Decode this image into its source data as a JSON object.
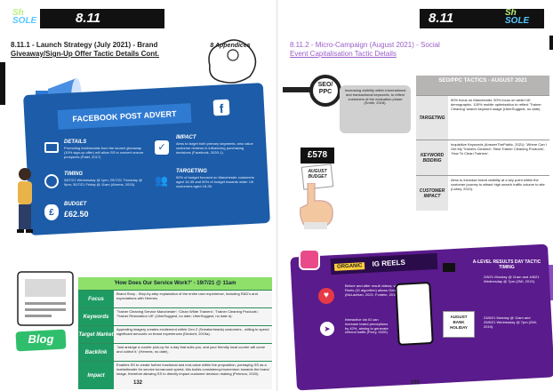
{
  "left": {
    "logo_line1": "Sh",
    "logo_line2": "SOLE",
    "page_label": "8.11",
    "title_line1": "8.11.1 - Launch Strategy (July 2021) - Brand",
    "title_line2": "Giveaway/Sign-Up Offer Tactic Details Cont.",
    "appendices_label": "8 Appendices",
    "fb_title": "FACEBOOK POST ADVERT",
    "details_head": "DETAILS",
    "details_body": "Promoting testimonials from the launch giveaway (10% sign-up offer) will allow SS to convert unsure prospects (Patel, 2017)",
    "impact_head": "IMPACT",
    "impact_body": "Aims to target both primary segments, who value customer reviews in influencing purchasing decisions (Facebook, 2020-1).",
    "timing_head": "TIMING",
    "timing_body": "28/7/21 Wednesday @ 1pm; 29/7/21 Thursday @ 9pm; 30/7/21 Friday @ 11am (Ahrens, 2020).",
    "targeting_head": "TARGETING",
    "targeting_body": "50% of budget focused on Manchester customers aged 16-35 and 50% of budget towards wider UK customers aged 18-35.",
    "budget_head": "BUDGET",
    "budget_value": "£62.50",
    "blog_label": "Blog",
    "table_head": "'How Does Our Service Work?' - 19/7/21 @ 11am",
    "rows": [
      {
        "key": "Focus",
        "val": "Brand Story - Step-by-step explanation of the entire user experience, including R&D's and expectations with Hermes."
      },
      {
        "key": "Keywords",
        "val": "'Trainer Cleaning Service Manchester'; 'Clean White Trainers'; 'Trainer Cleaning Products'; 'Trainer Restoration UK' (UberSuggest, no date; UberSuggest, no date a)."
      },
      {
        "key": "Target Market",
        "val": "Appealing imagery creates excitement within Gen Z (Sneakerheads) customers - willing to spend significant amounts on brand experiences (Deckert, 2019a)."
      },
      {
        "key": "Backlink",
        "val": "'Just arrange a courier pick-up for a day that suits you, and your friendly local courier will come and collect it.' (Hermes, no date)."
      },
      {
        "key": "Impact",
        "val": "Enables SS to create further functional and end-value within the proposition, portraying SS as a marketleader for service turnaround speed; this builds consistency/momentum towards the brand image, therefore allowing SS to directly impact customer decision making (Pehrson, 2020)."
      }
    ],
    "page_number": "132"
  },
  "right": {
    "page_label": "8.11",
    "logo_line1": "Sh",
    "logo_line2": "SOLE",
    "title_line1": "8.11.2 - Micro-Campaign (August 2021) - Social",
    "title_line2": "Event Capitalisation Tactic Details",
    "seo_badge": "SEO/ PPC",
    "seo_bubble": "Increasing visibility within informational and transactional keywords, to reflect customers at the evaluation phase (Smith, 2018).",
    "budget_amount": "£578",
    "budget_caption": "AUGUST BUDGET",
    "seo_head": "SEO/PPC TACTICS - AUGUST 2021",
    "seo_rows": [
      {
        "key": "TARGETING",
        "val": "50% focus on Manchester, 50% focus on wider UK demographic. 100% mobile optimisation to reflect 'Trainer Cleaning' search keyword usage (UberSuggest, no date)."
      },
      {
        "key": "KEYWORD BIDDING",
        "val": "Inquisitive Keywords (AnswerThePublic, 2021): 'Where Can I Get My Trainers Cleaned'; 'Best Trainer Cleaning Products'; 'How To Clean Trainers'."
      },
      {
        "key": "CUSTOMER IMPACT",
        "val": "Aims to increase brand visibility at a key point within the customer journey to attract high search traffic volume to site (Lahey, 2021)."
      }
    ],
    "organic": "ORGANIC",
    "ig_title": "IG REELS",
    "ig_text1": "Before and after result videos; visibility of organic Reels (IG algorithm) allows Gen Z to discover SS (McLachlan, 2021; Fontein, 2019).",
    "ig_text2": "Interactive via IG can increase brand perceptions by 42%, aiming to generate referral traffic (Perry, 2020).",
    "timing_head": "A-LEVEL RESULTS DAY TACTIC TIMING",
    "timing1": "2/8/21 Monday @ 11am and 4/8/21 Wednesday @ 7pm (ZMI, 2019).",
    "holiday": "AUGUST BANK HOLIDAY",
    "timing2": "23/8/21 Monday @ 11am and 25/8/21 Wednesday @ 7pm (ZMI, 2019).",
    "page_number": "133"
  }
}
